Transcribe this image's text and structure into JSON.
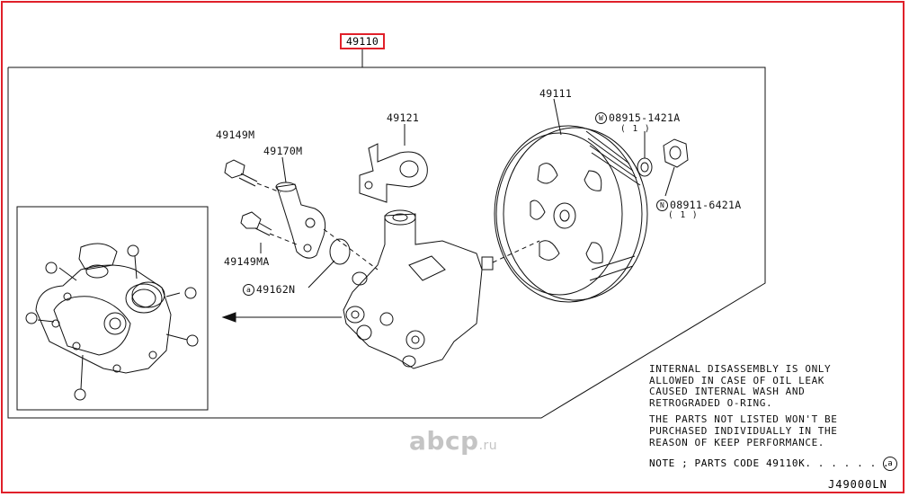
{
  "assembly_part": "49110",
  "labels": {
    "p49111": "49111",
    "p49121": "49121",
    "p49149m": "49149M",
    "p49170m": "49170M",
    "p49149ma": "49149MA",
    "p49162n": "49162N",
    "washer": "08915-1421A",
    "washer_qty": "( 1 )",
    "nut": "08911-6421A",
    "nut_qty": "( 1 )",
    "w_mark": "W",
    "n_mark": "N",
    "a_mark": "a"
  },
  "note": {
    "lines_1": [
      "INTERNAL DISASSEMBLY IS ONLY",
      "ALLOWED IN CASE OF OIL LEAK",
      "CAUSED INTERNAL WASH AND",
      "RETROGRADED O-RING."
    ],
    "lines_2": [
      "THE PARTS NOT LISTED WON'T BE",
      "PURCHASED INDIVIDUALLY IN THE",
      "REASON OF KEEP PERFORMANCE."
    ],
    "parts_code": "NOTE ; PARTS CODE  49110K. . . . . . .",
    "parts_mark": "a"
  },
  "diagram_code": "J49000LN",
  "watermark": {
    "brand": "abcp",
    "tld": ".ru"
  },
  "colors": {
    "frame": "#e0202a",
    "line": "#111111",
    "watermark": "#c4c4c4"
  }
}
